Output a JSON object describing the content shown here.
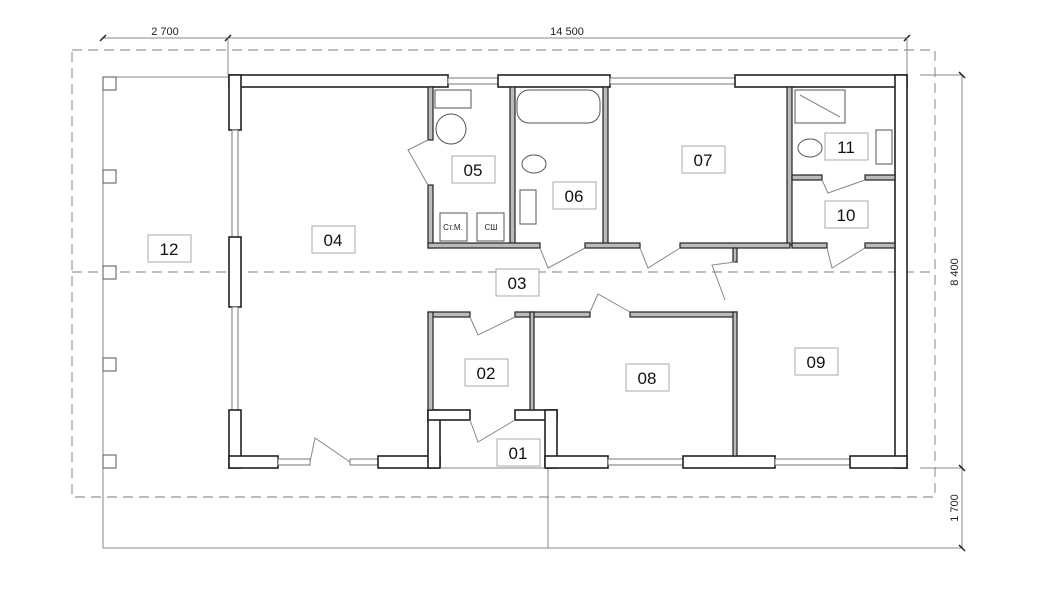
{
  "plan": {
    "dimensions": {
      "terrace_width": "2 700",
      "house_length": "14 500",
      "house_depth": "8 400",
      "porch_depth": "1 700"
    },
    "rooms": [
      {
        "id": "01"
      },
      {
        "id": "02"
      },
      {
        "id": "03"
      },
      {
        "id": "04"
      },
      {
        "id": "05"
      },
      {
        "id": "06"
      },
      {
        "id": "07"
      },
      {
        "id": "08"
      },
      {
        "id": "09"
      },
      {
        "id": "10"
      },
      {
        "id": "11"
      },
      {
        "id": "12"
      }
    ],
    "appliances": {
      "washing_machine": "Ст.М.",
      "dryer": "СШ"
    }
  }
}
